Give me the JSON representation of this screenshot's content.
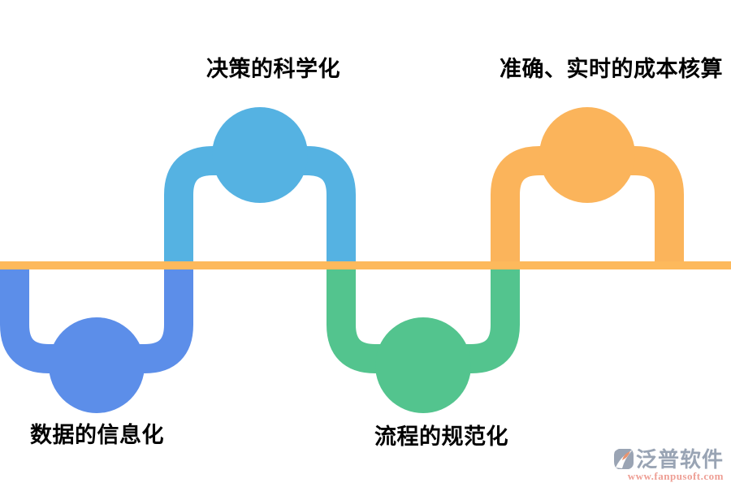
{
  "diagram": {
    "background": "#FFFFFF",
    "label_color": "#000000",
    "baseline_color": "#FDB95C",
    "nodes": [
      {
        "id": "data-informatization",
        "label": "数据的信息化",
        "color": "#5C8EE9",
        "side": "below-line",
        "position": "bottom-left"
      },
      {
        "id": "scientific-decision",
        "label": "决策的科学化",
        "color": "#55B2E2",
        "side": "above-line",
        "position": "top-left"
      },
      {
        "id": "process-standardization",
        "label": "流程的规范化",
        "color": "#53C48E",
        "side": "below-line",
        "position": "bottom-center"
      },
      {
        "id": "realtime-cost-accounting",
        "label": "准确、实时的成本核算",
        "color": "#FBB45B",
        "side": "above-line",
        "position": "top-right"
      }
    ]
  },
  "watermark": {
    "brand": "泛普软件",
    "url": "www.fanpusoft.com",
    "brand_color": "#99A4B4",
    "url_color": "#EE9E94",
    "icon": "fanpu-logo-icon",
    "icon_colors": {
      "base": "#9AA4B4",
      "swoosh": "#FFFFFF",
      "leaf": "#E8936F"
    }
  }
}
